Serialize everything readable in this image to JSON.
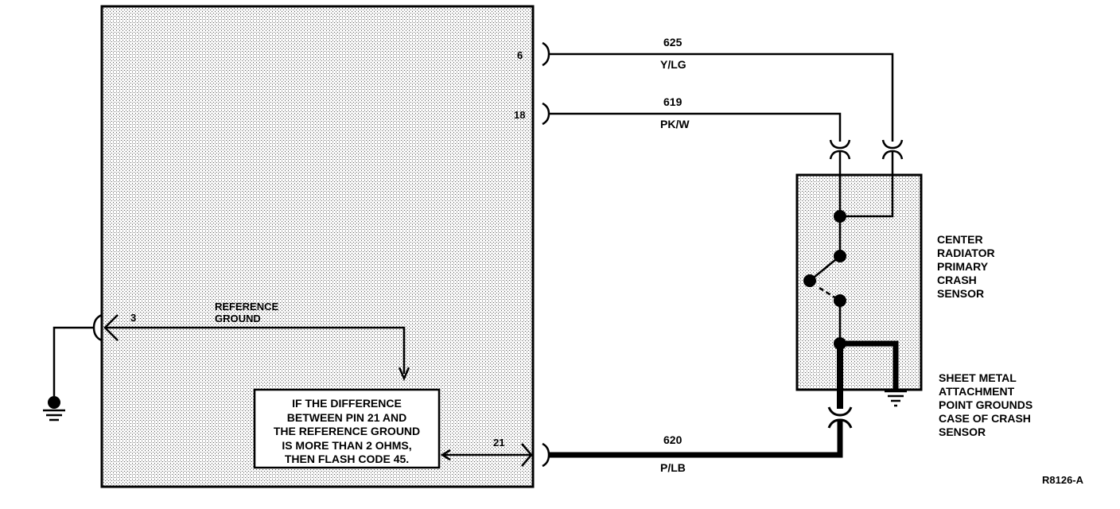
{
  "module": {
    "pins": {
      "pin6": "6",
      "pin18": "18",
      "pin3": "3",
      "pin21": "21"
    },
    "reference_ground": [
      "REFERENCE",
      "GROUND"
    ]
  },
  "note_box": {
    "lines": [
      "IF THE DIFFERENCE",
      "BETWEEN PIN 21 AND",
      "THE REFERENCE GROUND",
      "IS MORE THAN 2 OHMS,",
      "THEN FLASH CODE 45."
    ]
  },
  "wires": [
    {
      "circuit": "625",
      "color": "Y/LG"
    },
    {
      "circuit": "619",
      "color": "PK/W"
    },
    {
      "circuit": "620",
      "color": "P/LB"
    }
  ],
  "sensor": {
    "name_lines": [
      "CENTER",
      "RADIATOR",
      "PRIMARY",
      "CRASH",
      "SENSOR"
    ],
    "ground_note_lines": [
      "SHEET METAL",
      "ATTACHMENT",
      "POINT GROUNDS",
      "CASE OF CRASH",
      "SENSOR"
    ]
  },
  "figure_id": "R8126-A"
}
